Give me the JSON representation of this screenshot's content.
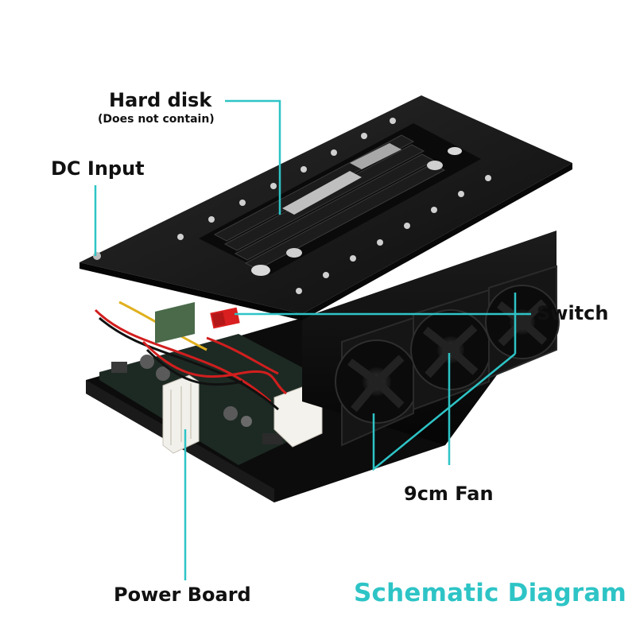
{
  "labels": {
    "hard_disk": "Hard disk",
    "hard_disk_note": "(Does not contain)",
    "dc_input": "DC Input",
    "switch": "Switch",
    "fan": "9cm Fan",
    "power_board": "Power Board",
    "caption": "Schematic Diagram"
  },
  "colors": {
    "background": "#ffffff",
    "callout_line": "#2ec4c6",
    "caption": "#2ec4c6",
    "label_text": "#111111",
    "chassis": "#111111",
    "switch_rocker": "#d91f1f"
  }
}
